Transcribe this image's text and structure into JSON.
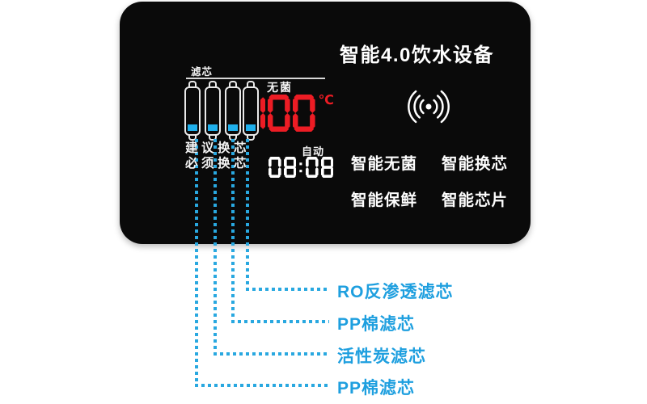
{
  "panel": {
    "title": "智能4.0饮水设备",
    "filter_section": {
      "label": "滤芯",
      "status_line1": "建议换芯",
      "status_line2": "必须换芯"
    },
    "temperature": {
      "label": "无菌",
      "value": "100",
      "unit": "℃"
    },
    "clock": {
      "label": "自动",
      "value": "08:08"
    },
    "features": [
      "智能无菌",
      "智能换芯",
      "智能保鲜",
      "智能芯片"
    ]
  },
  "callouts": [
    {
      "label": "RO反渗透滤芯"
    },
    {
      "label": "PP棉滤芯"
    },
    {
      "label": "活性炭滤芯"
    },
    {
      "label": "PP棉滤芯"
    }
  ],
  "colors": {
    "accent_blue": "#29A8E0",
    "label_blue": "#1E9FDF",
    "cartridge_fill_blue": "#1FB0EC",
    "digit_red": "#ED1C24",
    "clock_white": "#FFFFFF",
    "panel_bg": "#0A0A0A"
  }
}
